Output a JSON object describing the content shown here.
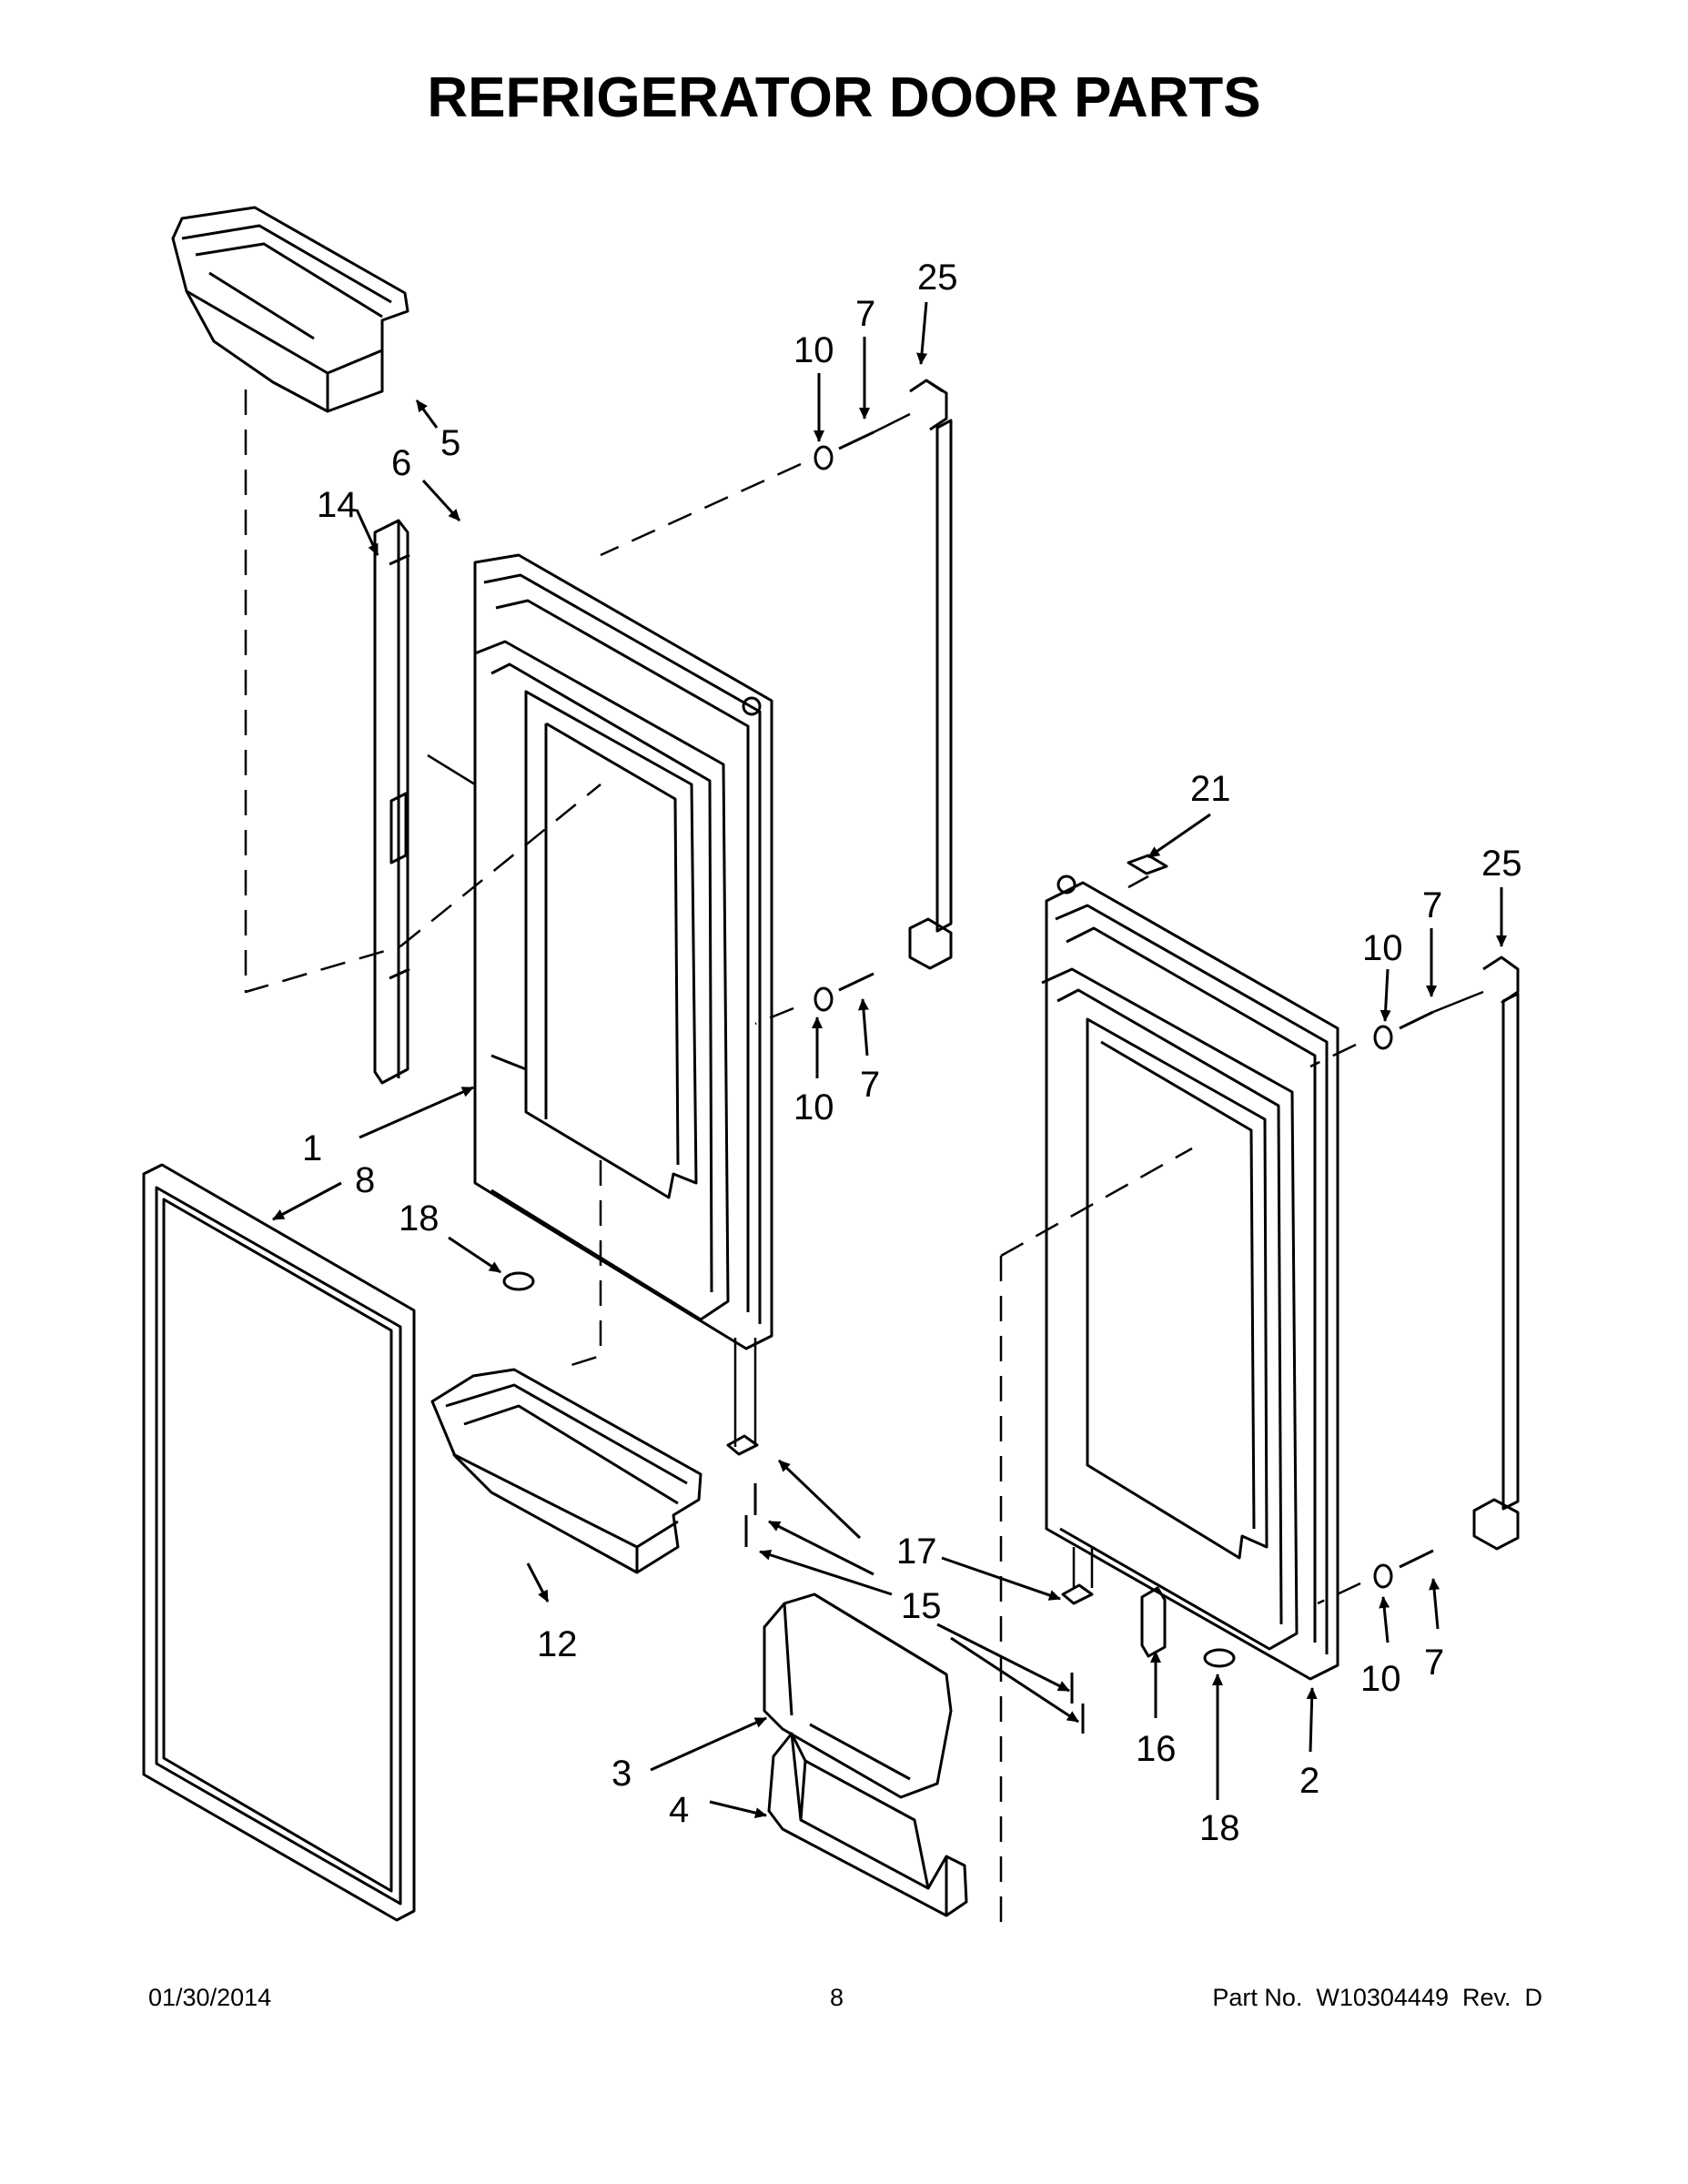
{
  "title": "REFRIGERATOR DOOR PARTS",
  "footer": {
    "date": "01/30/2014",
    "page": "8",
    "part_number": "Part No.  W10304449  Rev.  D"
  },
  "callouts": {
    "c1": "1",
    "c2": "2",
    "c3": "3",
    "c4": "4",
    "c5": "5",
    "c6": "6",
    "c7a": "7",
    "c7b": "7",
    "c7c": "7",
    "c7d": "7",
    "c8": "8",
    "c10a": "10",
    "c10b": "10",
    "c10c": "10",
    "c10d": "10",
    "c12": "12",
    "c14": "14",
    "c15": "15",
    "c16": "16",
    "c17": "17",
    "c18a": "18",
    "c18b": "18",
    "c21": "21",
    "c25a": "25",
    "c25b": "25"
  }
}
